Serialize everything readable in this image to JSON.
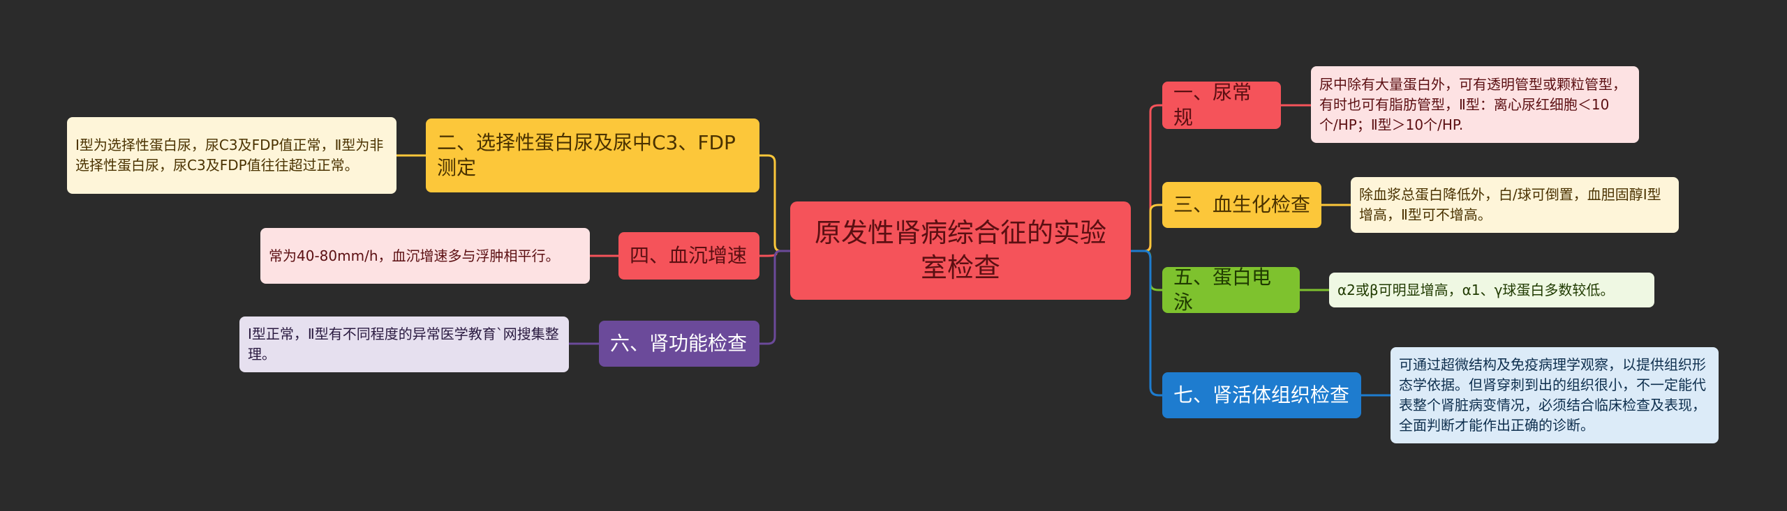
{
  "root": {
    "label": "原发性肾病综合征的实验室检查"
  },
  "colors": {
    "red": "#f5535a",
    "yellow": "#fcc73a",
    "green": "#7ec22e",
    "blue": "#1e7ccf",
    "purple": "#6b4a9a",
    "background": "#2b2b2b"
  },
  "branches": [
    {
      "id": "b1",
      "label": "一、尿常规",
      "note": "尿中除有大量蛋白外，可有透明管型或颗粒管型，有时也可有脂肪管型，Ⅱ型：离心尿红细胞＜10个/HP；Ⅱ型＞10个/HP."
    },
    {
      "id": "b2",
      "label": "二、选择性蛋白尿及尿中C3、FDP测定",
      "note": "Ⅰ型为选择性蛋白尿，尿C3及FDP值正常，Ⅱ型为非选择性蛋白尿，尿C3及FDP值往往超过正常。"
    },
    {
      "id": "b3",
      "label": "三、血生化检查",
      "note": "除血浆总蛋白降低外，白/球可倒置，血胆固醇Ⅰ型增高，Ⅱ型可不增高。"
    },
    {
      "id": "b4",
      "label": "四、血沉增速",
      "note": "常为40-80mm/h，血沉增速多与浮肿相平行。"
    },
    {
      "id": "b5",
      "label": "五、蛋白电泳",
      "note": "α2或β可明显增高，α1、γ球蛋白多数较低。"
    },
    {
      "id": "b6",
      "label": "六、肾功能检查",
      "note": "Ⅰ型正常，Ⅱ型有不同程度的异常医学教育`网搜集整理。"
    },
    {
      "id": "b7",
      "label": "七、肾活体组织检查",
      "note": "可通过超微结构及免疫病理学观察，以提供组织形态学依据。但肾穿刺到出的组织很小，不一定能代表整个肾脏病变情况，必须结合临床检查及表现，全面判断才能作出正确的诊断。"
    }
  ]
}
